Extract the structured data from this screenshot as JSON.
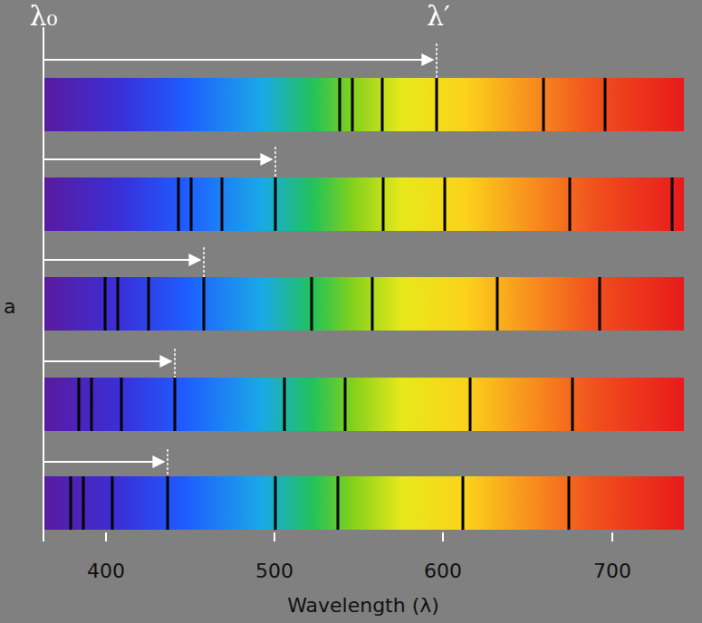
{
  "diagram": {
    "labels": [
      "λ₀",
      "λ′",
      "a",
      "400",
      "500",
      "600",
      "700",
      "Wavelength (λ)"
    ]
  }
}
